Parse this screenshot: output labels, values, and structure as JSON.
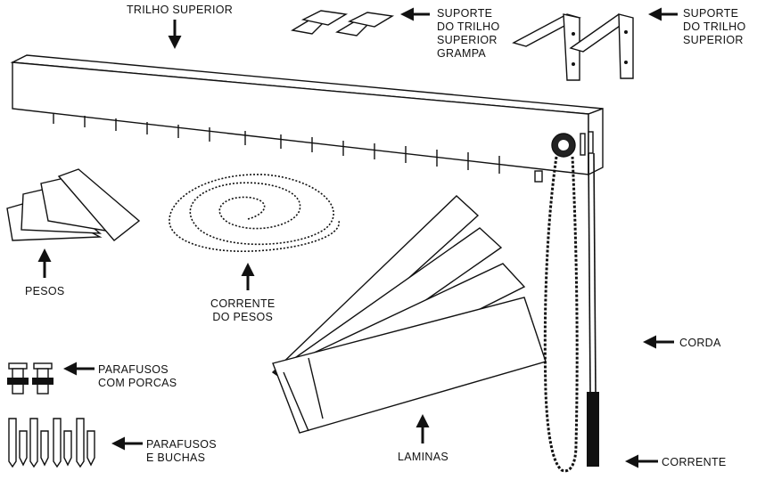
{
  "labels": {
    "trilho_superior": "TRILHO SUPERIOR",
    "suporte_grampa": [
      "SUPORTE",
      "DO TRILHO",
      "SUPERIOR",
      "GRAMPA"
    ],
    "suporte": [
      "SUPORTE",
      "DO TRILHO",
      "SUPERIOR"
    ],
    "pesos": "PESOS",
    "corrente_do_pesos": [
      "CORRENTE",
      "DO PESOS"
    ],
    "corda": "CORDA",
    "parafusos_porcas": [
      "PARAFUSOS",
      "COM PORCAS"
    ],
    "parafusos_buchas": [
      "PARAFUSOS",
      "E BUCHAS"
    ],
    "laminas": "LAMINAS",
    "corrente": "CORRENTE"
  }
}
